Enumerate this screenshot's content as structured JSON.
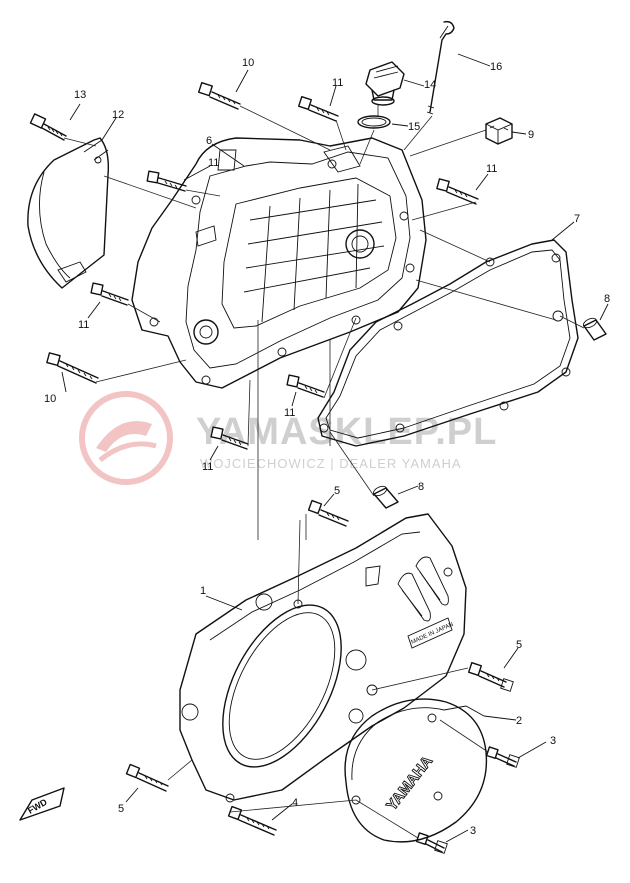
{
  "callouts": {
    "c1": "1",
    "c2": "2",
    "c3a": "3",
    "c3b": "3",
    "c4": "4",
    "c5a": "5",
    "c5b": "5",
    "c5c": "5",
    "c6": "6",
    "c7": "7",
    "c8a": "8",
    "c8b": "8",
    "c9": "9",
    "c10a": "10",
    "c10b": "10",
    "c11a": "11",
    "c11b": "11",
    "c11c": "11",
    "c11d": "11",
    "c11e": "11",
    "c11f": "11",
    "c12": "12",
    "c13": "13",
    "c14": "14",
    "c15": "15",
    "c16": "16"
  },
  "cover_emboss": "YAMAHA",
  "plate_text": "MADE IN JAPAN",
  "fwd_label": "FWD",
  "watermark": {
    "main": "YAMASKLEP.PL",
    "sub": "WOJCIECHOWICZ | DEALER YAMAHA"
  }
}
